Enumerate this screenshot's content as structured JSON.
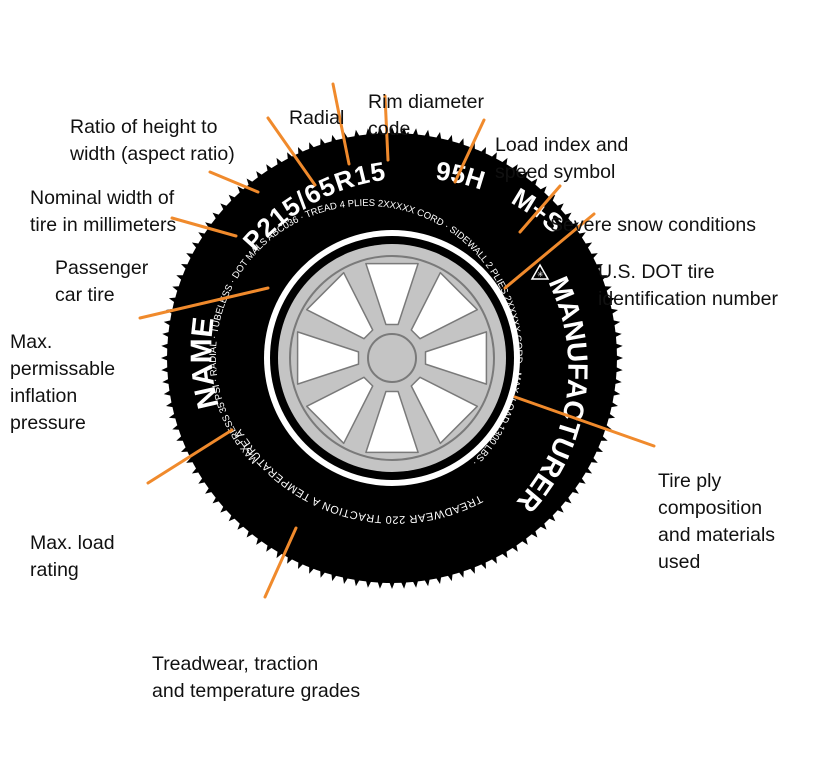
{
  "colors": {
    "leader": "#f08a2c",
    "tire": "#000000",
    "rim": "#c4c4c4",
    "rim_dark": "#8a8a8a",
    "sidewall_text": "#ffffff",
    "background": "#ffffff"
  },
  "tire": {
    "size_code": "P215/65R15",
    "load_speed": "95H",
    "snow_rating": "M+S",
    "brand_name": "NAME",
    "manufacturer": "MANUFACTURER",
    "inner_text_top": "MAX PRESS 35 PSI · RADIAL · TUBELESS · DOT MALS ABC036 · TREAD 4 PLIES 2XXXXX CORD · SIDEWALL 2 PLIES 2XXXXX CORD · MAX. LOAD 1300 LBS ·",
    "grades_text": "TREADWEAR 220 TRACTION A TEMPERATURE A"
  },
  "labels": {
    "aspect_ratio": [
      "Ratio of height to",
      "width (aspect ratio)"
    ],
    "radial": [
      "Radial"
    ],
    "rim_diameter": [
      "Rim diameter",
      "code"
    ],
    "load_index": [
      "Load index and",
      "speed symbol"
    ],
    "snow": [
      "Severe snow conditions"
    ],
    "dot": [
      "U.S. DOT tire",
      "identification number"
    ],
    "nominal_width": [
      "Nominal width of",
      "tire in millimeters"
    ],
    "passenger": [
      "Passenger",
      "car tire"
    ],
    "inflation": [
      "Max.",
      "permissable",
      "inflation",
      "pressure"
    ],
    "max_load": [
      "Max. load",
      "rating"
    ],
    "ply": [
      "Tire ply",
      "composition",
      "and materials",
      "used"
    ],
    "treadwear": [
      "Treadwear, traction",
      "and temperature grades"
    ]
  }
}
